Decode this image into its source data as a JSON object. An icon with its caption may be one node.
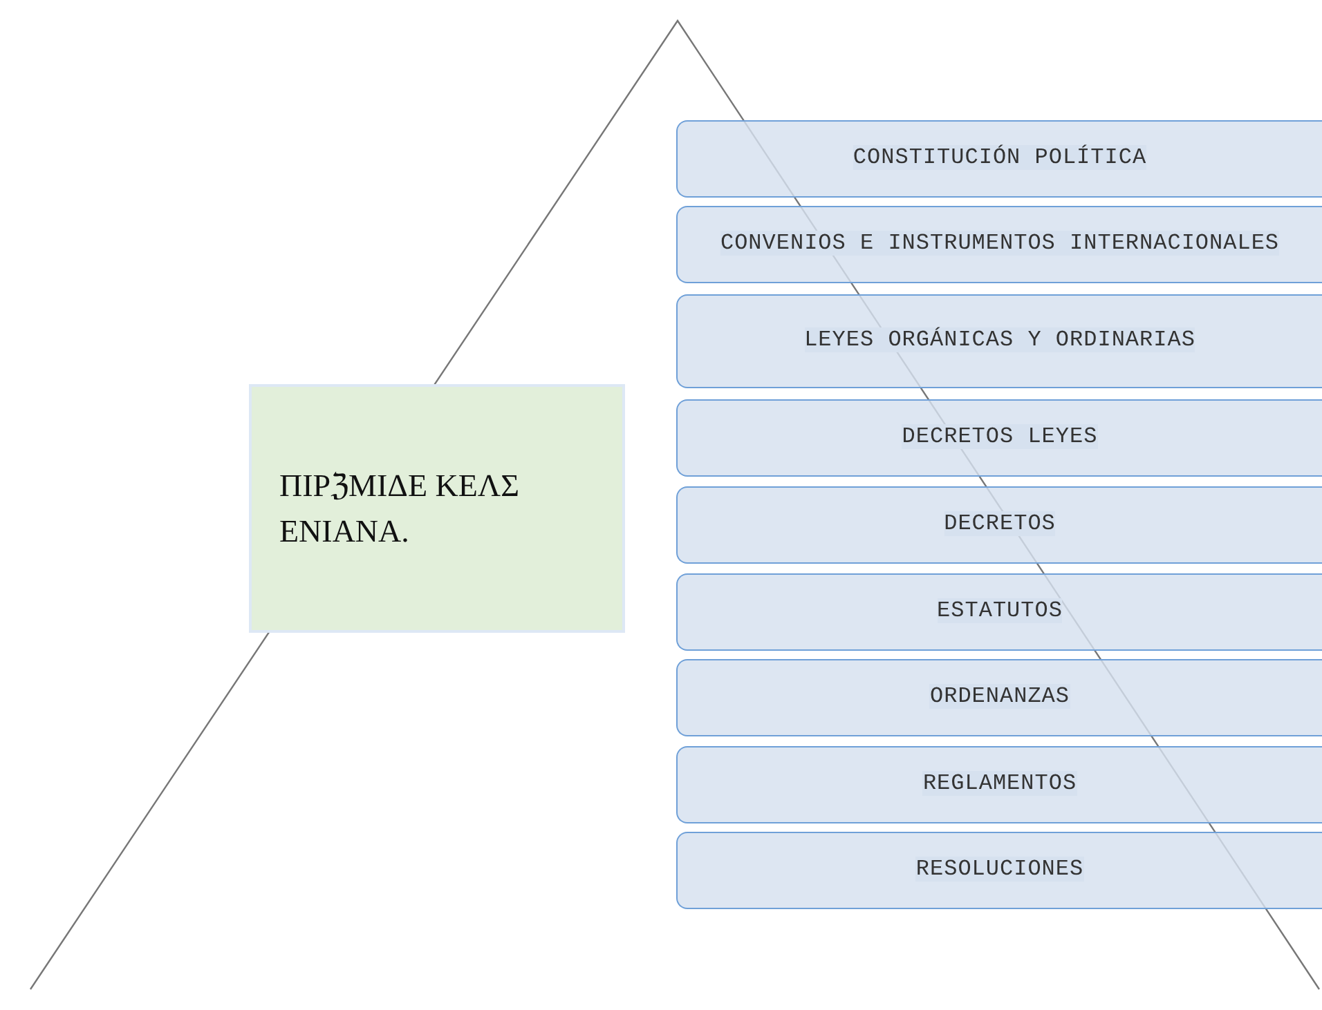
{
  "diagram": {
    "nodes": [
      {
        "text": [
          "ΠΙΡℨΜΙΔΕ ΚΕΛΣ ΕΝΙΑΝΑ."
        ]
      },
      {
        "text": [
          "CONSTITUCIÓN POLÍTICA"
        ]
      },
      {
        "text": [
          "CONVENIOS E INSTRUMENTOS INTERNACIONALES"
        ]
      },
      {
        "text": [
          "LEYES ORGÁNICAS Y ORDINARIAS"
        ]
      },
      {
        "text": [
          "DECRETOS LEYES"
        ]
      },
      {
        "text": [
          "DECRETOS"
        ]
      },
      {
        "text": [
          "ESTATUTOS"
        ]
      },
      {
        "text": [
          "ORDENANZAS"
        ]
      },
      {
        "text": [
          "REGLAMENTOS"
        ]
      },
      {
        "text": [
          "RESOLUCIONES"
        ]
      }
    ]
  }
}
